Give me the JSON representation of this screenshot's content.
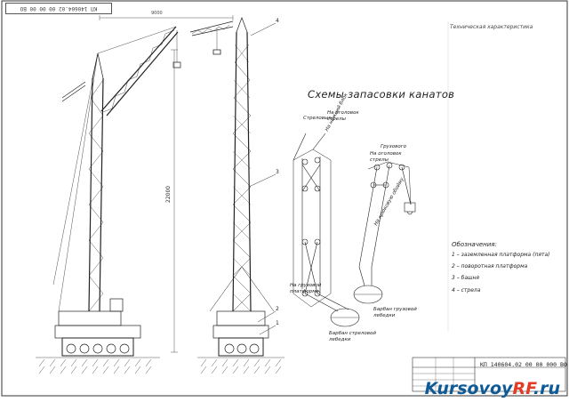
{
  "stamp_top": "КП 140604.02 00 00 00 ВО",
  "dimensions": {
    "height": "22000",
    "top": "9000"
  },
  "callouts": [
    "1",
    "2",
    "3",
    "4"
  ],
  "scheme_title": "Схемы запасовки канатов",
  "scheme_labels": {
    "boom": "Стреловых",
    "to_boom_head": "На оголовок стрелы",
    "to_lower_block": "На нижний блок",
    "cargo": "Грузового",
    "to_cargo_head": "На оголовок стрелы",
    "to_hook_block": "На крюковую обойму",
    "to_cargo_platform": "На грузовой платформе",
    "boom_drum": "Барбан стреловой лебедки",
    "cargo_drum": "Барбан грузовой лебедки"
  },
  "spec_title": "Техническая характеристика",
  "legend": {
    "heading": "Обозначения:",
    "items": [
      "1 – заземленная платформа (пята)",
      "2 – поворотная платформа",
      "3 – башня",
      "4 – стрела"
    ]
  },
  "title_block_code": "КП 140604.02 00 00 000 ВО",
  "watermark": {
    "main": "Kursovoy",
    "accent": "RF",
    "suffix": ".ru"
  },
  "colors": {
    "line": "#222222",
    "brand_blue": "#0d5a97",
    "brand_red": "#e23b26"
  }
}
